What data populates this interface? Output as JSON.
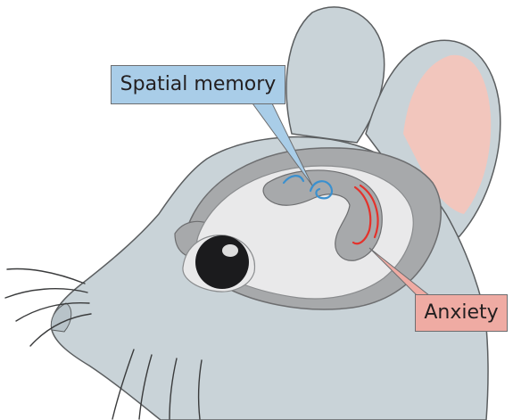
{
  "labels": {
    "spatial_memory": "Spatial memory",
    "anxiety": "Anxiety"
  },
  "colors": {
    "head_fill": "#c9d3d8",
    "head_stroke": "#5b5e60",
    "ear_inner": "#f2c6bd",
    "brain_light": "#e9e9ea",
    "brain_dark": "#a7a9ab",
    "hippocampus_dorsal": "#3a90cf",
    "hippocampus_ventral": "#e4322b",
    "spatial_box": "#a9cde8",
    "anxiety_box": "#efaba3"
  },
  "icons": [
    "mouse-head-illustration",
    "eye-icon",
    "whiskers"
  ]
}
